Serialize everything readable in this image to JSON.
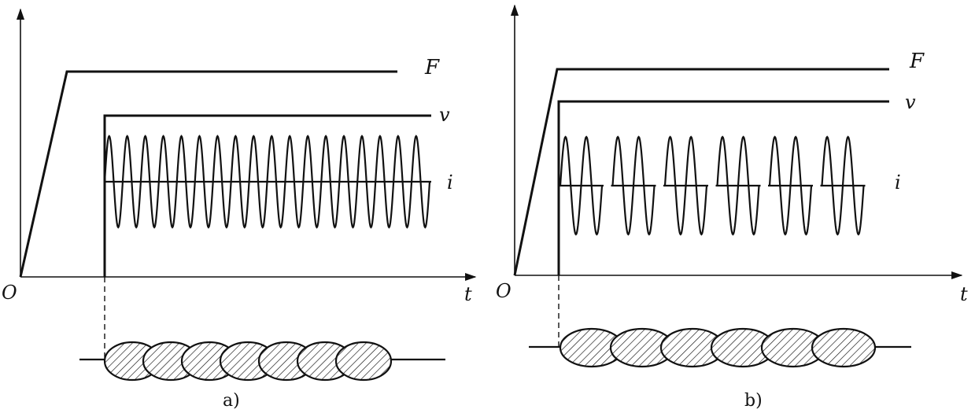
{
  "panels": [
    {
      "id": "a",
      "caption": "a)",
      "origin_label": "O",
      "time_label": "t",
      "force_label": "F",
      "voltage_label": "v",
      "current_label": "i",
      "current_mode": "continuous",
      "current_cycles": 18,
      "nugget_count": 7
    },
    {
      "id": "b",
      "caption": "b)",
      "origin_label": "O",
      "time_label": "t",
      "force_label": "F",
      "voltage_label": "v",
      "current_label": "i",
      "current_mode": "pulsed",
      "pulse_groups": 6,
      "cycles_per_pulse": 2,
      "nugget_count": 6
    }
  ]
}
